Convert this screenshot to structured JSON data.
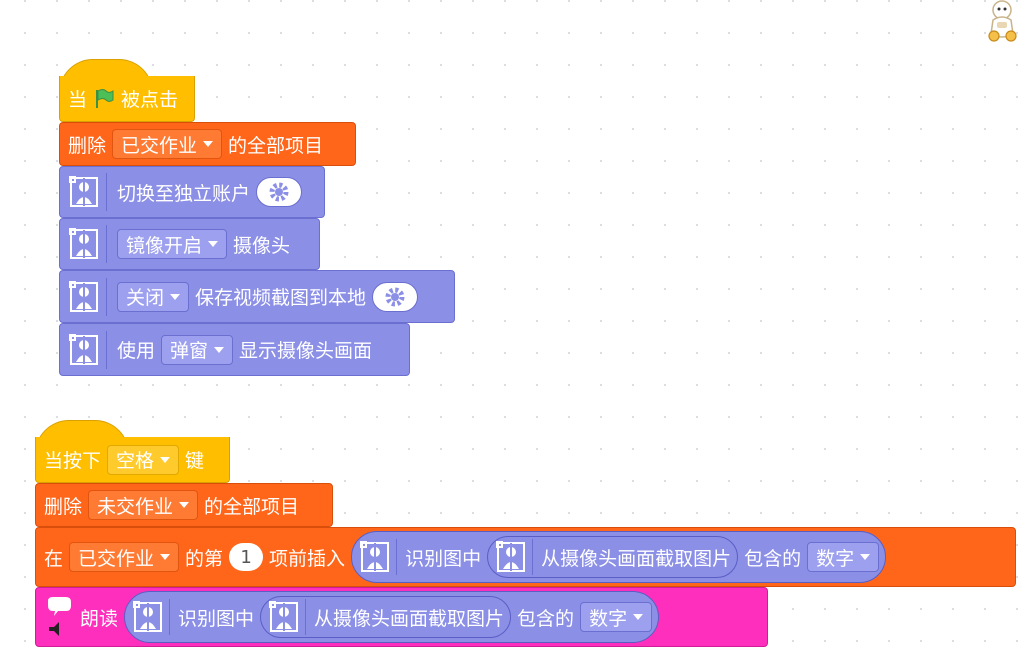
{
  "script1": {
    "hat": {
      "prefix": "当",
      "suffix": "被点击",
      "flag_color": "#4cbf56"
    },
    "delete": {
      "label": "删除",
      "list": "已交作业",
      "suffix": "的全部项目"
    },
    "switch_account": {
      "label": "切换至独立账户"
    },
    "camera": {
      "dropdown": "镜像开启",
      "suffix": "摄像头"
    },
    "save_video": {
      "dropdown": "关闭",
      "suffix": "保存视频截图到本地"
    },
    "display": {
      "prefix": "使用",
      "dropdown": "弹窗",
      "suffix": "显示摄像头画面"
    }
  },
  "script2": {
    "hat": {
      "prefix": "当按下",
      "key": "空格",
      "suffix": "键"
    },
    "delete": {
      "label": "删除",
      "list": "未交作业",
      "suffix": "的全部项目"
    },
    "insert": {
      "prefix": "在",
      "list": "已交作业",
      "middle": "的第",
      "index": "1",
      "suffix": "项前插入",
      "recognize_label": "识别图中",
      "capture_label": "从摄像头画面截取图片",
      "contains_label": "包含的",
      "type": "数字"
    },
    "speak": {
      "label": "朗读",
      "recognize_label": "识别图中",
      "capture_label": "从摄像头画面截取图片",
      "contains_label": "包含的",
      "type": "数字"
    }
  },
  "colors": {
    "events": "#ffbf00",
    "lists": "#ff661a",
    "extension": "#8b8fe6",
    "text_to_speech": "#ff2fbd"
  }
}
